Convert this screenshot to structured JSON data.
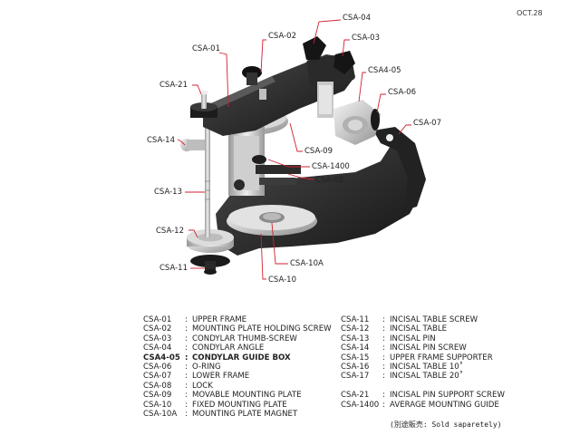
{
  "date": "OCT.28",
  "callouts": {
    "csa01": "CSA-01",
    "csa02": "CSA-02",
    "csa03": "CSA-03",
    "csa04": "CSA-04",
    "csa405": "CSA4-05",
    "csa06": "CSA-06",
    "csa07": "CSA-07",
    "csa08": "CSA-08",
    "csa09": "CSA-09",
    "csa10": "CSA-10",
    "csa10a": "CSA-10A",
    "csa11": "CSA-11",
    "csa12": "CSA-12",
    "csa13": "CSA-13",
    "csa14": "CSA-14",
    "csa21": "CSA-21",
    "csa1400": "CSA-1400"
  },
  "legend_left": [
    {
      "code": "CSA-01",
      "sep": ":",
      "name": "UPPER FRAME"
    },
    {
      "code": "CSA-02",
      "sep": ":",
      "name": "MOUNTING PLATE HOLDING SCREW"
    },
    {
      "code": "CSA-03",
      "sep": ":",
      "name": "CONDYLAR THUMB-SCREW"
    },
    {
      "code": "CSA-04",
      "sep": ":",
      "name": "CONDYLAR ANGLE"
    },
    {
      "code": "CSA4-05",
      "sep": ":",
      "name": "CONDYLAR GUIDE BOX"
    },
    {
      "code": "CSA-06",
      "sep": ":",
      "name": "O-RING"
    },
    {
      "code": "CSA-07",
      "sep": ":",
      "name": "LOWER FRAME"
    },
    {
      "code": "CSA-08",
      "sep": ":",
      "name": "LOCK"
    },
    {
      "code": "CSA-09",
      "sep": ":",
      "name": "MOVABLE MOUNTING PLATE"
    },
    {
      "code": "CSA-10",
      "sep": ":",
      "name": "FIXED MOUNTING PLATE"
    },
    {
      "code": "CSA-10A",
      "sep": ":",
      "name": "MOUNTING PLATE MAGNET"
    }
  ],
  "legend_right_a": [
    {
      "code": "CSA-11",
      "sep": ":",
      "name": "INCISAL TABLE SCREW"
    },
    {
      "code": "CSA-12",
      "sep": ":",
      "name": "INCISAL TABLE"
    },
    {
      "code": "CSA-13",
      "sep": ":",
      "name": "INCISAL PIN"
    },
    {
      "code": "CSA-14",
      "sep": ":",
      "name": "INCISAL PIN SCREW"
    },
    {
      "code": "CSA-15",
      "sep": ":",
      "name": "UPPER FRAME SUPPORTER"
    },
    {
      "code": "CSA-16",
      "sep": ":",
      "name": "INCISAL TABLE 10˚"
    },
    {
      "code": "CSA-17",
      "sep": ":",
      "name": "INCISAL TABLE 20˚"
    }
  ],
  "legend_right_b": [
    {
      "code": "CSA-21",
      "sep": ":",
      "name": "INCISAL PIN SUPPORT SCREW"
    },
    {
      "code": "CSA-1400",
      "sep": ":",
      "name": "AVERAGE MOUNTING GUIDE"
    }
  ],
  "note": "(別途販売: Sold saparetely)"
}
